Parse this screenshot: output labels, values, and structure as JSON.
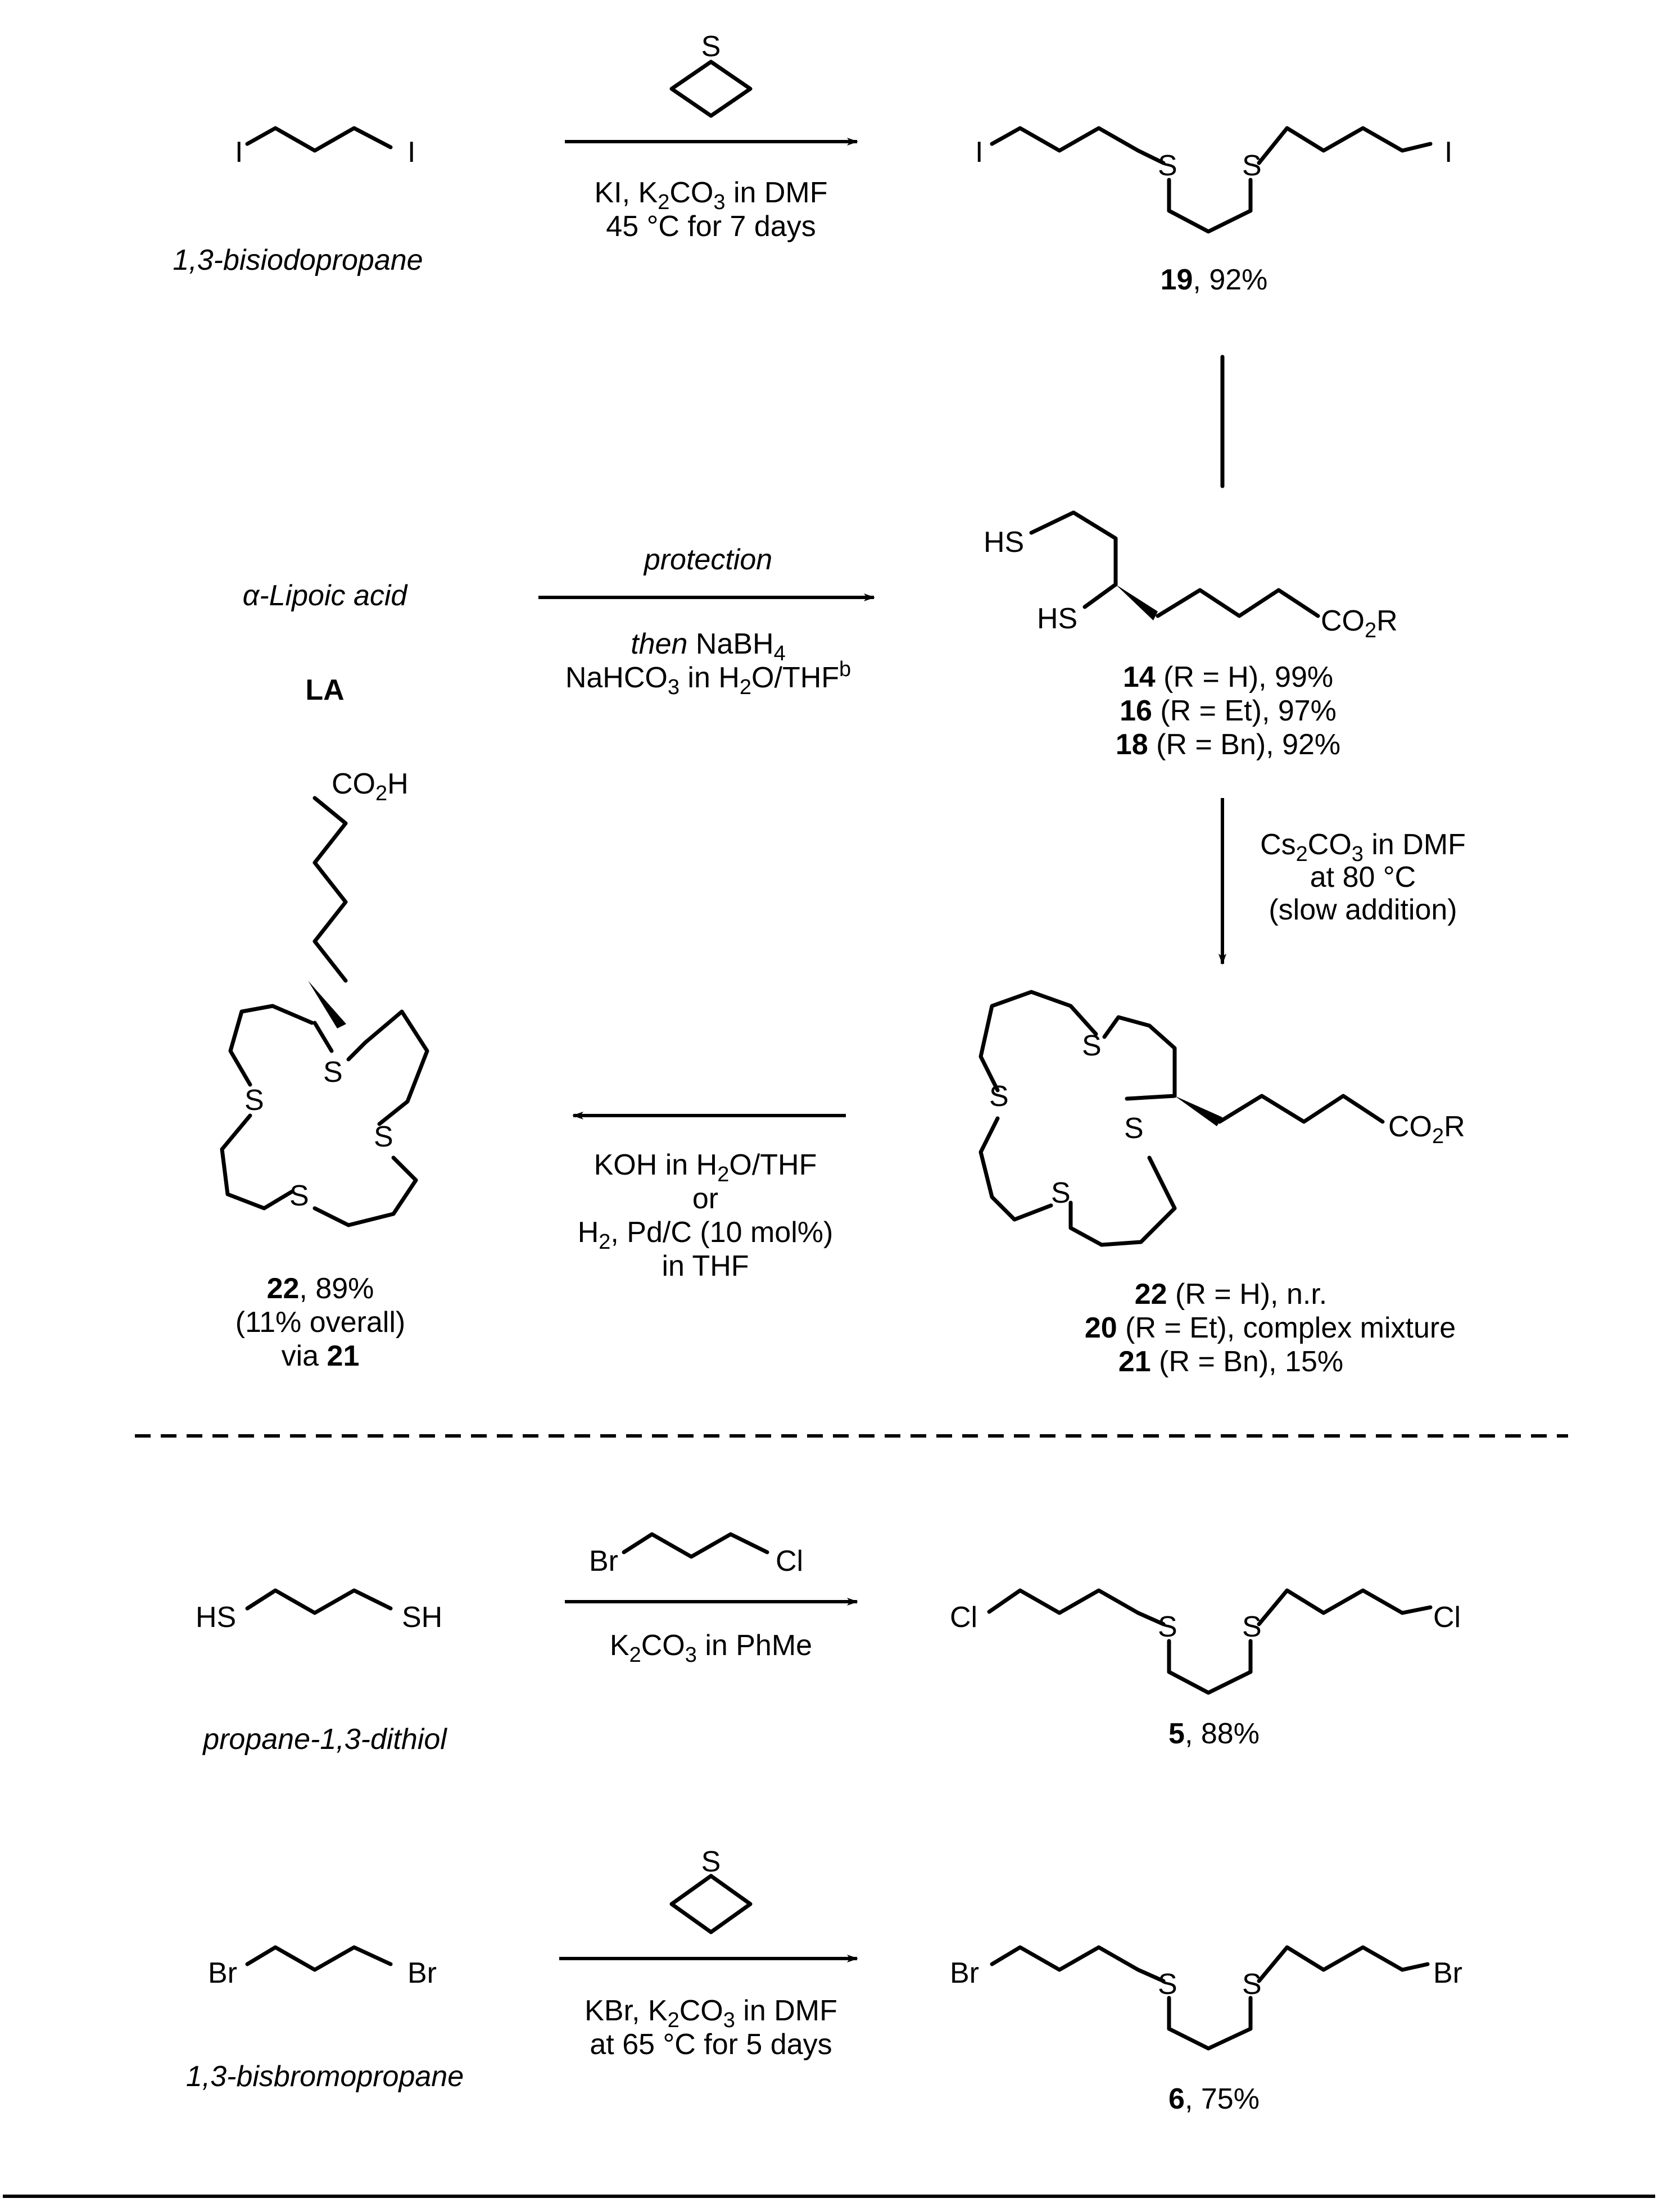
{
  "reaction1": {
    "start_name": "1,3-bisiodopropane",
    "cond1": "KI, K2CO3 in DMF",
    "cond2": "45 °C for 7 days",
    "product_num": "19",
    "product_yield": ", 92%"
  },
  "reaction2": {
    "start_name": "α-Lipoic acid",
    "start_abbr": "LA",
    "cond_top": "protection",
    "cond_then": "then",
    "cond_reagent": "NaBH4",
    "cond_solvent": "NaHCO3 in H2O/THFb",
    "products": [
      {
        "num": "14",
        "text": " (R = H), 99%"
      },
      {
        "num": "16",
        "text": " (R = Et), 97%"
      },
      {
        "num": "18",
        "text": " (R = Bn), 92%"
      }
    ]
  },
  "cyclization": {
    "cond1": "Cs2CO3 in DMF",
    "cond2": "at 80 °C",
    "cond3": "(slow addition)",
    "products": [
      {
        "num": "22",
        "text": " (R = H), n.r."
      },
      {
        "num": "20",
        "text": " (R = Et), complex mixture"
      },
      {
        "num": "21",
        "text": " (R = Bn), 15%"
      }
    ]
  },
  "deprotection": {
    "cond1": "KOH in H2O/THF",
    "cond2": "or",
    "cond3": "H2, Pd/C (10 mol%)",
    "cond4": "in THF",
    "product_num": "22",
    "product_yield": ", 89%",
    "overall": "(11% overall)",
    "via": "via",
    "via_num": "21"
  },
  "reaction3": {
    "start_name": "propane-1,3-dithiol",
    "cond": "K2CO3 in PhMe",
    "product_num": "5",
    "product_yield": ", 88%"
  },
  "reaction4": {
    "start_name": "1,3-bisbromopropane",
    "cond1": "KBr, K2CO3 in DMF",
    "cond2": "at 65 °C for 5 days",
    "product_num": "6",
    "product_yield": ", 75%"
  },
  "atoms": {
    "I": "I",
    "S": "S",
    "HS": "HS",
    "SH": "SH",
    "Cl": "Cl",
    "Br": "Br",
    "CO2R": "CO2R",
    "CO2H": "CO2H"
  }
}
